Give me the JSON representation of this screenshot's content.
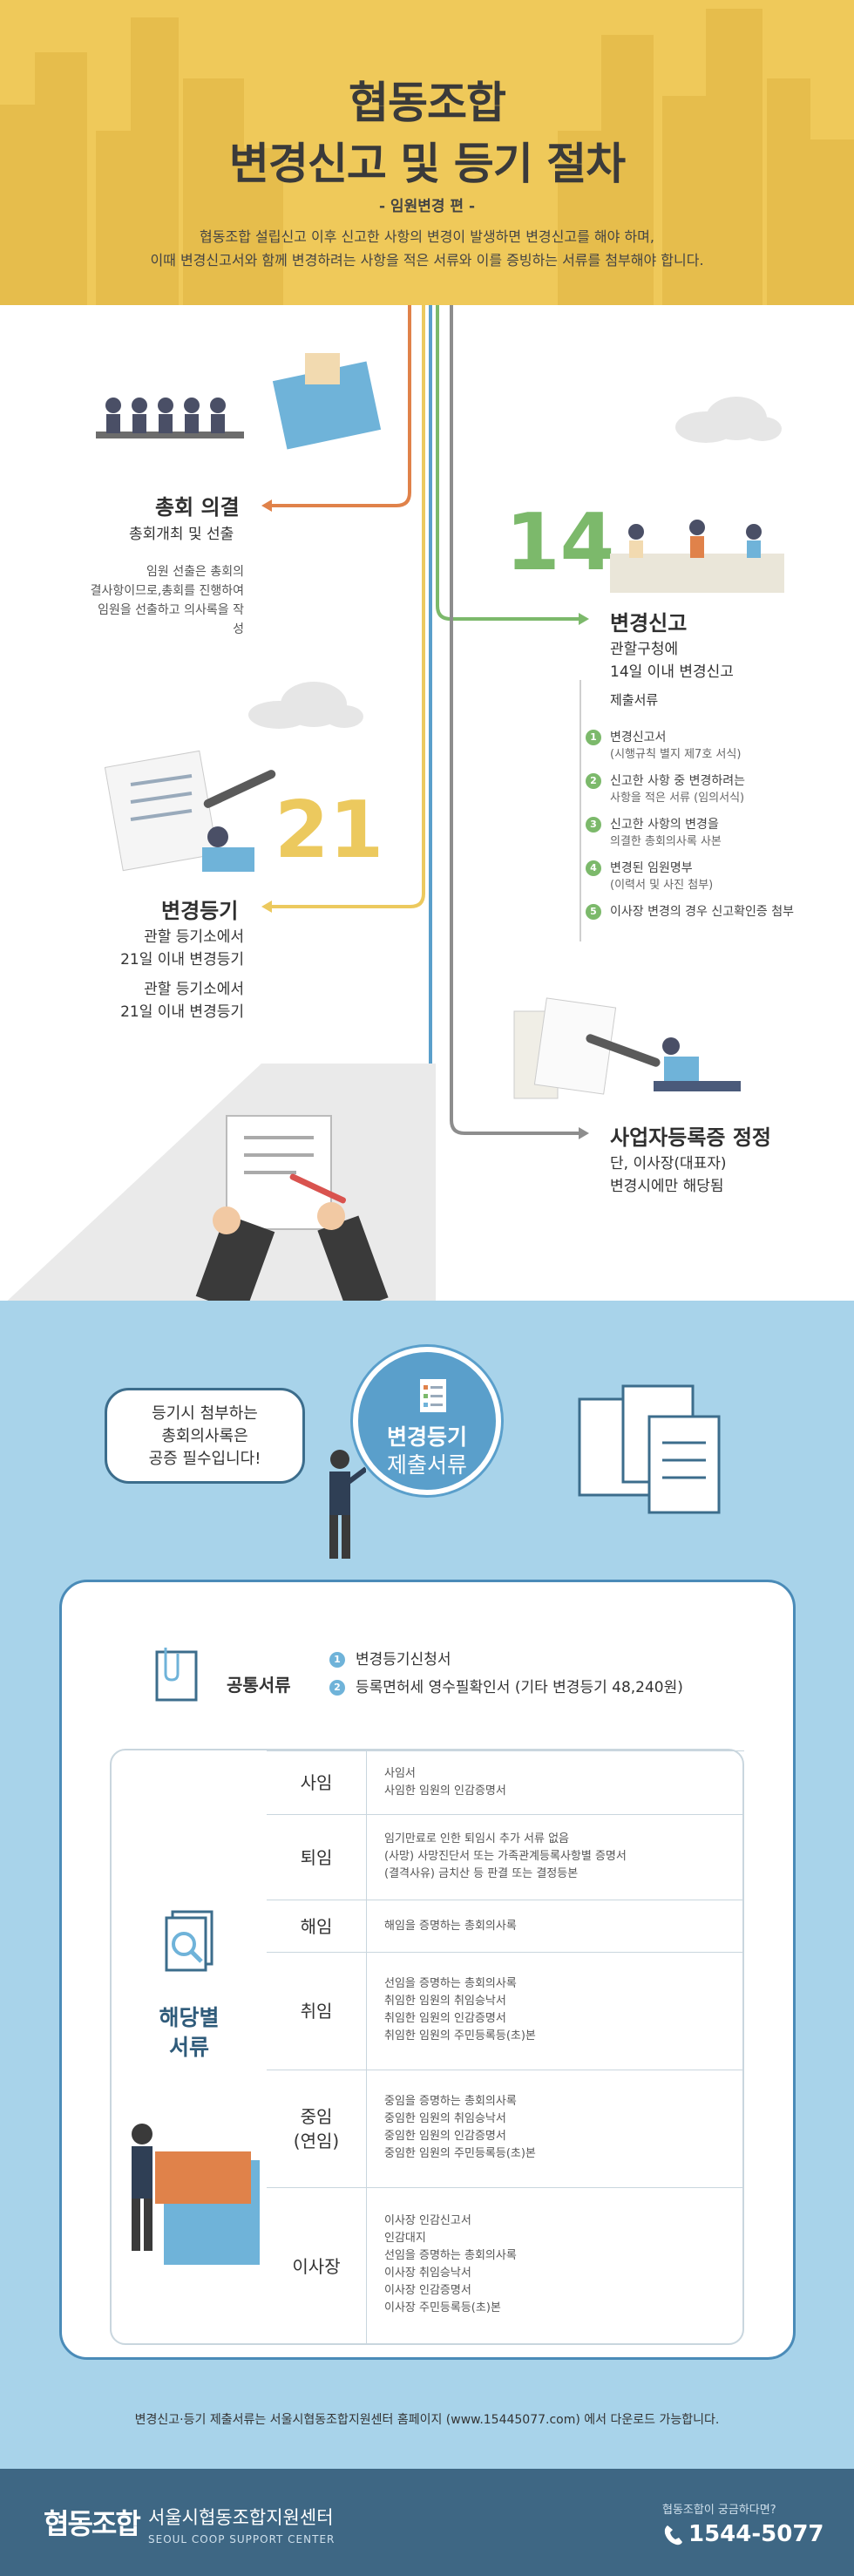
{
  "header": {
    "title_line1": "협동조합",
    "title_line2": "변경신고 및 등기 절차",
    "subtitle": "- 임원변경 편 -",
    "intro_line1": "협동조합 설립신고 이후 신고한 사항의 변경이 발생하면 변경신고를 해야 하며,",
    "intro_line2": "이때 변경신고서와 함께 변경하려는 사항을 적은 서류와 이를 증빙하는 서류를 첨부해야 합니다."
  },
  "steps": {
    "meeting": {
      "title": "총회 의결",
      "sub": "총회개최 및 선출",
      "desc_line1": "임원 선출은 총회의",
      "desc_line2": "결사항이므로,총회를 진행하여",
      "desc_line3": "임원을 선출하고 의사록을 작성"
    },
    "change_report": {
      "number": "14",
      "title": "변경신고",
      "sub_line1": "관할구청에",
      "sub_line2": "14일 이내 변경신고",
      "docs_label": "제출서류",
      "docs": [
        {
          "num": "1",
          "text": "변경신고서",
          "sub": "(시행규칙 별지 제7호 서식)"
        },
        {
          "num": "2",
          "text": "신고한 사항 중 변경하려는",
          "sub": "사항을 적은 서류 (임의서식)"
        },
        {
          "num": "3",
          "text": "신고한 사항의 변경을",
          "sub": "의결한 총회의사록 사본"
        },
        {
          "num": "4",
          "text": "변경된 임원명부",
          "sub": "(이력서 및 사진 첨부)"
        },
        {
          "num": "5",
          "text": "이사장 변경의 경우 신고확인증 첨부",
          "sub": ""
        }
      ]
    },
    "registration": {
      "number": "21",
      "title": "변경등기",
      "sub_line1": "관할 등기소에서",
      "sub_line2": "21일 이내 변경등기",
      "sub_line3": "관할 등기소에서",
      "sub_line4": "21일 이내 변경등기"
    },
    "business": {
      "title": "사업자등록증 정정",
      "sub_line1": "단, 이사장(대표자)",
      "sub_line2": "변경시에만 해당됨"
    }
  },
  "blue_section": {
    "speech_line1": "등기시 첨부하는",
    "speech_line2": "총회의사록은",
    "speech_line3": "공증 필수입니다!",
    "circle_line1": "변경등기",
    "circle_line2": "제출서류",
    "common_title": "공통서류",
    "common_docs": [
      {
        "num": "1",
        "text": "변경등기신청서"
      },
      {
        "num": "2",
        "text": "등록면허세 영수필확인서 (기타 변경등기 48,240원)"
      }
    ],
    "specific_title_line1": "해당별",
    "specific_title_line2": "서류",
    "rows": [
      {
        "name": "사임",
        "lines": [
          "사임서",
          "사임한 임원의 인감증명서"
        ]
      },
      {
        "name": "퇴임",
        "lines": [
          "임기만료로 인한 퇴임시 추가 서류 없음",
          "(사망) 사망진단서 또는 가족관계등록사항별 증명서",
          "(결격사유) 금치산 등 판결 또는 결정등본"
        ]
      },
      {
        "name": "해임",
        "lines": [
          "해임을 증명하는 총회의사록"
        ]
      },
      {
        "name": "취임",
        "lines": [
          "선임을 증명하는 총회의사록",
          "취임한 임원의 취임승낙서",
          "취임한 임원의 인감증명서",
          "취임한 임원의 주민등록등(초)본"
        ]
      },
      {
        "name": "중임\n(연임)",
        "lines": [
          "중임을 증명하는 총회의사록",
          "중임한 임원의 취임승낙서",
          "중임한 임원의 인감증명서",
          "중임한 임원의 주민등록등(초)본"
        ]
      },
      {
        "name": "이사장",
        "lines": [
          "이사장 인감신고서",
          "인감대지",
          "선임을 증명하는 총회의사록",
          "이사장 취임승낙서",
          "이사장 인감증명서",
          "이사장 주민등록등(초)본"
        ]
      }
    ],
    "footnote": "변경신고·등기 제출서류는 서울시협동조합지원센터 홈페이지 (www.15445077.com) 에서 다운로드 가능합니다."
  },
  "footer": {
    "logo": "협동조합",
    "center_name": "서울시협동조합지원센터",
    "center_en": "SEOUL COOP SUPPORT CENTER",
    "question": "협동조합이 궁금하다면?",
    "phone": "1544-5077"
  },
  "colors": {
    "header_bg": "#efc95a",
    "orange_line": "#e0824a",
    "green_line": "#7cb96b",
    "yellow_line": "#ecc95e",
    "gray_line": "#8d8d8d",
    "blue_bg": "#a8d3ea",
    "footer_bg": "#3e6784"
  }
}
